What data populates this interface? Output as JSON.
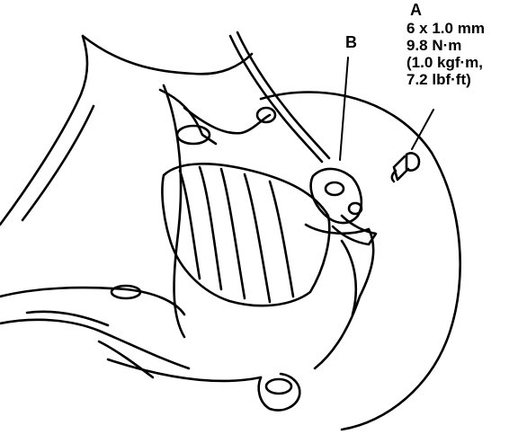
{
  "callouts": {
    "a": {
      "letter": "A",
      "lines": [
        "6 x 1.0 mm",
        "9.8 N·m",
        "(1.0 kgf·m,",
        "7.2 lbf·ft)"
      ]
    },
    "b": {
      "letter": "B"
    }
  },
  "colors": {
    "ink": "#000000",
    "paper": "#ffffff"
  }
}
